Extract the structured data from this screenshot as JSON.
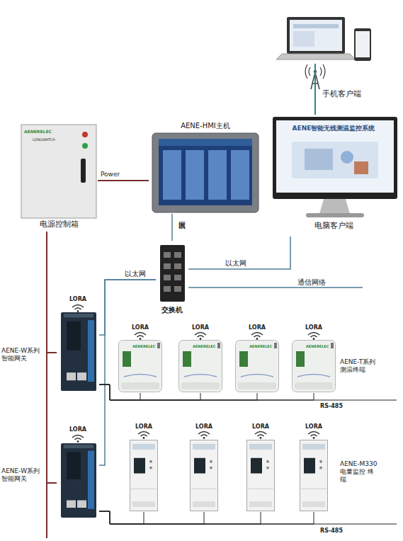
{
  "diagram": {
    "nodes": [
      {
        "text": [
          "手机客户端"
        ]
      },
      {
        "text": [
          "AENE智能无线测温监控系统",
          "电脑客户端"
        ]
      },
      {
        "text": [
          "AENE-HMI主机"
        ]
      },
      {
        "text": [
          "AENERELEC",
          "LONGWATCH",
          "电源控制箱"
        ]
      },
      {
        "text": [
          "交换机"
        ]
      },
      {
        "text": [
          "LORA",
          "AENE-W系列 智能网关"
        ]
      },
      {
        "text": [
          "LORA",
          "AENERELEC"
        ]
      },
      {
        "text": [
          "LORA",
          "AENERELEC"
        ]
      },
      {
        "text": [
          "LORA",
          "AENERELEC"
        ]
      },
      {
        "text": [
          "LORA",
          "AENERELEC"
        ]
      },
      {
        "text": [
          "LORA",
          "AENE-W系列 智能网关"
        ]
      },
      {
        "text": [
          "LORA"
        ]
      },
      {
        "text": [
          "LORA"
        ]
      },
      {
        "text": [
          "LORA"
        ]
      },
      {
        "text": [
          "LORA"
        ]
      }
    ],
    "edges": [
      {
        "from": 1,
        "to": 0,
        "arrow": "none"
      },
      {
        "from": 3,
        "to": 2,
        "label": "Power",
        "arrow": "none"
      },
      {
        "from": 2,
        "to": 4,
        "label": "以太网",
        "arrow": "none"
      },
      {
        "from": 4,
        "to": 1,
        "label": "以太网",
        "arrow": "none"
      },
      {
        "from": 4,
        "to": 5,
        "label": "以太网",
        "arrow": "none"
      },
      {
        "from": 4,
        "to": 10,
        "arrow": "none"
      },
      {
        "from": 3,
        "to": 5,
        "arrow": "none"
      },
      {
        "from": 3,
        "to": 10,
        "arrow": "none"
      },
      {
        "from": 5,
        "to": 6,
        "arrow": "none"
      },
      {
        "from": 5,
        "to": 7,
        "arrow": "none"
      },
      {
        "from": 5,
        "to": 8,
        "arrow": "none"
      },
      {
        "from": 5,
        "to": 9,
        "arrow": "none"
      },
      {
        "from": 10,
        "to": 11,
        "arrow": "none"
      },
      {
        "from": 10,
        "to": 12,
        "arrow": "none"
      },
      {
        "from": 10,
        "to": 13,
        "arrow": "none"
      },
      {
        "from": 10,
        "to": 14,
        "arrow": "none"
      }
    ],
    "labels": [
      "通信网络",
      "AENE-T系列 测温终端",
      "AENE-M330 电量监控 终端",
      "RS-485",
      "RS-485"
    ]
  }
}
